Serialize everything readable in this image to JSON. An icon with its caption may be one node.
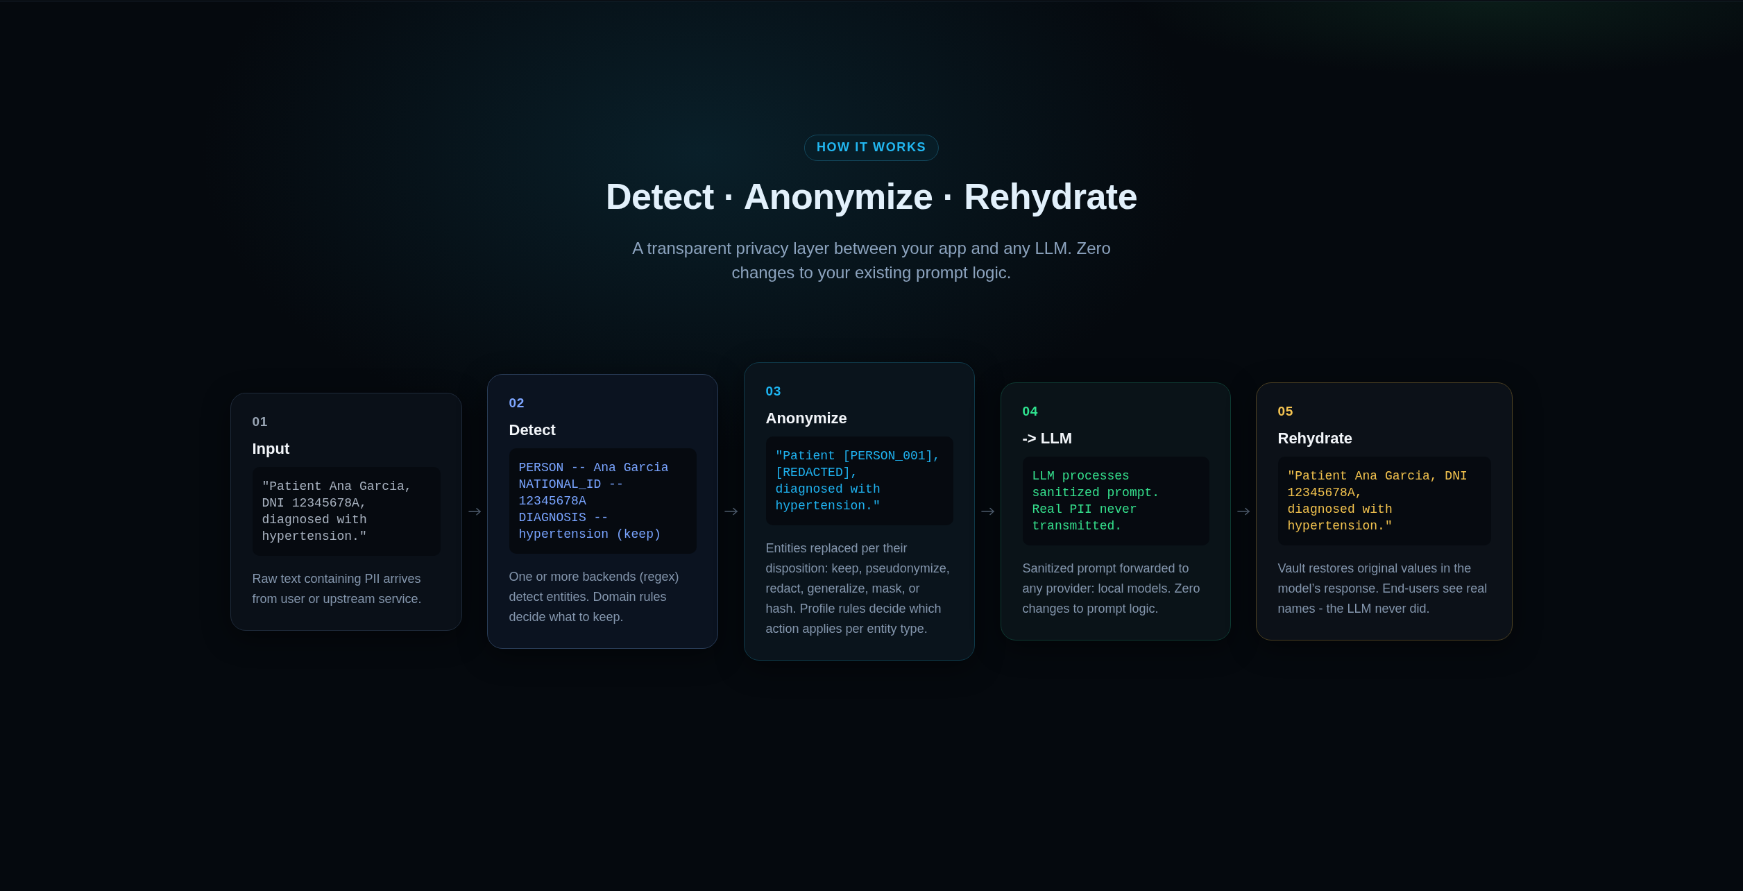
{
  "diagram": {
    "title": "Detect · Anonymize · Rehydrate",
    "nodes": [
      {
        "text": [
          "HOW IT WORKS"
        ]
      },
      {
        "text": [
          "01",
          "Input",
          "Raw text containing PII arrives from user or upstream service."
        ]
      },
      {
        "text": [
          "\"Patient Ana Garcia, DNI 12345678A, diagnosed with hypertension.\""
        ],
        "in": 1
      },
      {
        "text": [
          "02",
          "Detect",
          "One or more backends (regex) detect entities. Domain rules decide what to keep."
        ]
      },
      {
        "text": [
          "PERSON -- Ana Garcia NATIONAL_ID -- 12345678A DIAGNOSIS -- hypertension (keep)"
        ],
        "in": 3
      },
      {
        "text": [
          "03",
          "Anonymize",
          "Entities replaced per their disposition: keep, pseudonymize, redact, generalize, mask, or hash. Profile rules decide which action applies per entity type."
        ]
      },
      {
        "text": [
          "\"Patient [PERSON_001], [REDACTED], diagnosed with hypertension.\""
        ],
        "in": 5
      },
      {
        "text": [
          "04",
          "-> LLM",
          "Sanitized prompt forwarded to any provider: local models. Zero changes to prompt logic."
        ]
      },
      {
        "text": [
          "LLM processes sanitized prompt. Real PII never transmitted."
        ],
        "in": 7
      },
      {
        "text": [
          "05",
          "Rehydrate",
          "Vault restores original values in the model’s response. End-users see real names - the LLM never did."
        ]
      },
      {
        "text": [
          "\"Patient Ana Garcia, DNI 12345678A, diagnosed with hypertension.\""
        ],
        "in": 9
      }
    ],
    "edges": [
      {
        "from": 1,
        "to": 3,
        "arrow": "to"
      },
      {
        "from": 3,
        "to": 5,
        "arrow": "to"
      },
      {
        "from": 5,
        "to": 7,
        "arrow": "to"
      },
      {
        "from": 7,
        "to": 9,
        "arrow": "to"
      }
    ],
    "labels": [
      "A transparent privacy layer between your app and any LLM. Zero changes to your existing prompt logic."
    ]
  }
}
